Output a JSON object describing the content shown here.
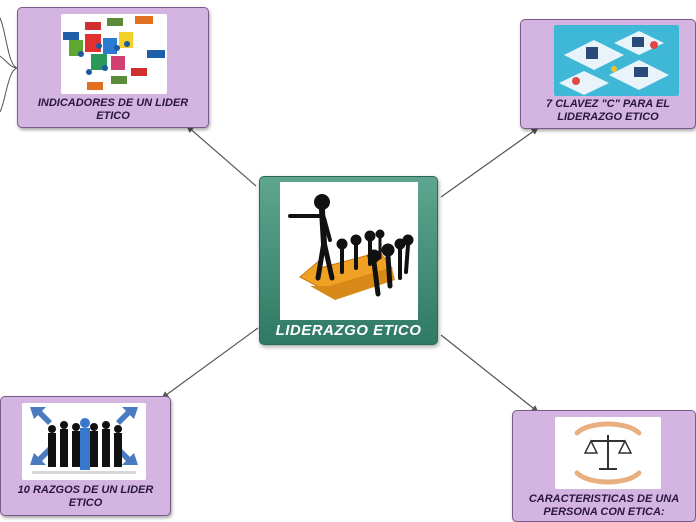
{
  "central": {
    "title": "LIDERAZGO ETICO"
  },
  "topics": {
    "indicadores": {
      "label": "INDICADORES DE UN LIDER ETICO"
    },
    "claves": {
      "label": "7 CLAVEZ \"C\" PARA EL LIDERAZGO ETICO"
    },
    "razgos": {
      "label": "10 RAZGOS DE UN LIDER ETICO"
    },
    "caracteristicas": {
      "label": "CARACTERISTICAS DE UNA PERSONA CON ETICA:"
    }
  },
  "colors": {
    "topic_fill": "#d4b5e2",
    "topic_border": "#7a5a8c",
    "central_fill": "#3f8c75",
    "connector": "#555555"
  }
}
